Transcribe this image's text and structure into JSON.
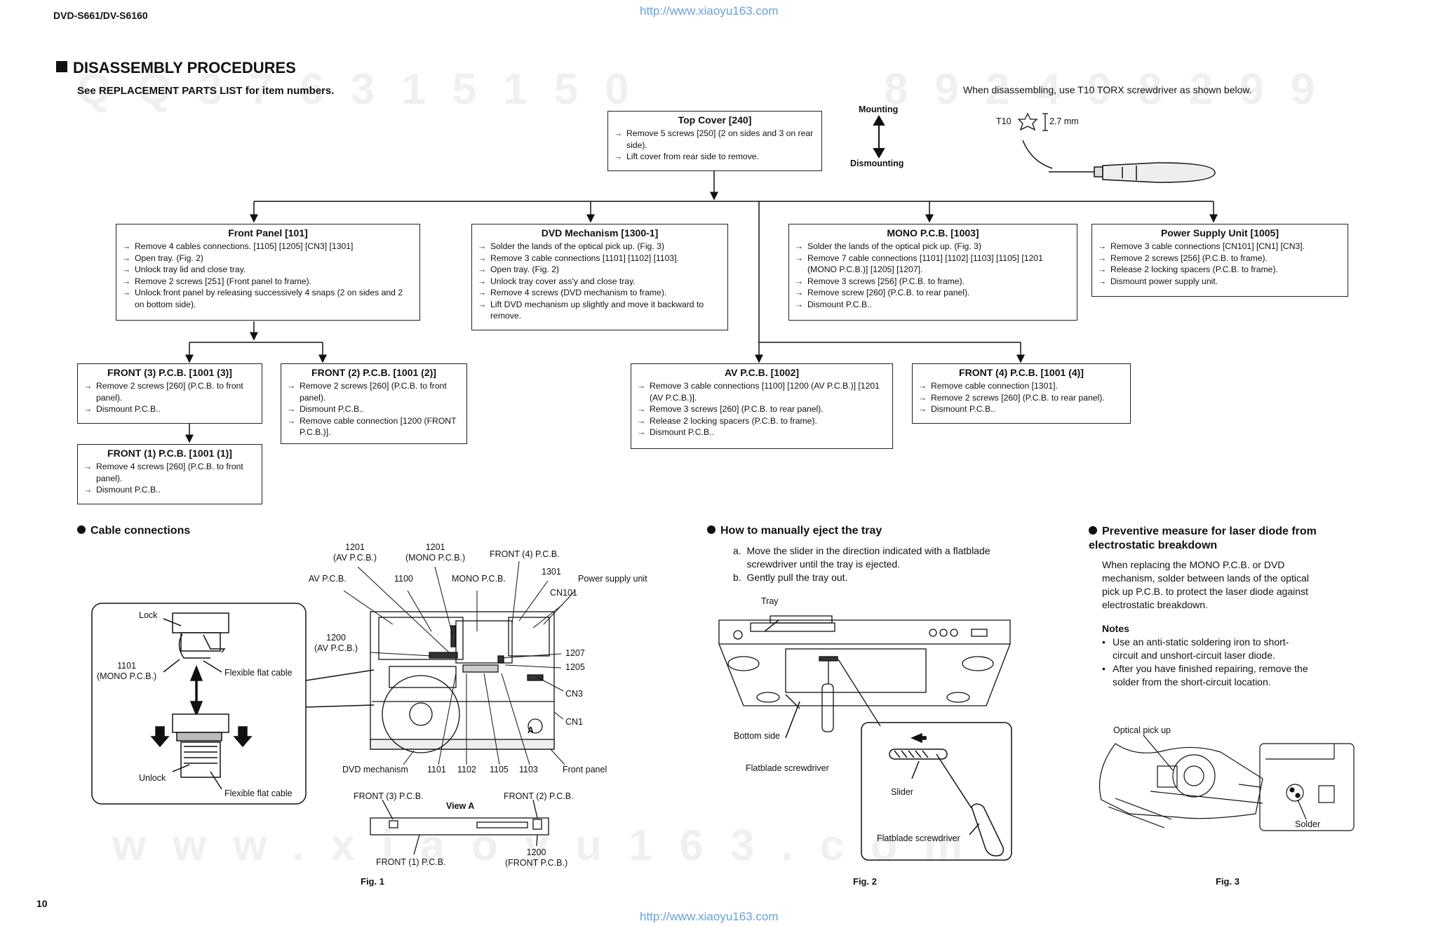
{
  "header": {
    "model": "DVD-S661/DV-S6160",
    "url": "http://www.xiaoyu163.com",
    "page_number": "10"
  },
  "title": "DISASSEMBLY PROCEDURES",
  "subtitle": "See REPLACEMENT PARTS LIST for item numbers.",
  "torx": {
    "note": "When disassembling, use T10 TORX screwdriver as shown below.",
    "label": "T10",
    "size": "2.7 mm"
  },
  "arrow_labels": {
    "mounting": "Mounting",
    "dismounting": "Dismounting"
  },
  "boxes": {
    "top_cover": {
      "title": "Top Cover [240]",
      "steps": [
        "Remove 5 screws [250] (2 on sides and 3 on rear side).",
        "Lift cover from rear side to remove."
      ]
    },
    "front_panel": {
      "title": "Front Panel [101]",
      "steps": [
        "Remove 4 cables connections. [1105] [1205] [CN3] [1301]",
        "Open tray. (Fig. 2)",
        "Unlock tray lid and close tray.",
        "Remove 2 screws [251] (Front panel to frame).",
        "Unlock front panel by releasing successively 4 snaps (2 on sides and 2 on bottom side)."
      ]
    },
    "dvd_mech": {
      "title": "DVD Mechanism [1300-1]",
      "steps": [
        "Solder the lands of the optical pick up. (Fig. 3)",
        "Remove 3 cable connections [1101] [1102] [1103].",
        "Open tray. (Fig. 2)",
        "Unlock tray cover ass'y and close tray.",
        "Remove 4 screws (DVD mechanism to frame).",
        "Lift DVD mechanism up slightly and move it backward to remove."
      ]
    },
    "mono_pcb": {
      "title": "MONO P.C.B. [1003]",
      "steps": [
        "Solder the lands of the optical pick up. (Fig. 3)",
        "Remove 7 cable connections [1101] [1102] [1103] [1105] [1201 (MONO P.C.B.)] [1205] [1207].",
        "Remove 3 screws [256] (P.C.B. to frame).",
        "Remove screw [260] (P.C.B. to rear panel).",
        "Dismount P.C.B.."
      ]
    },
    "psu": {
      "title": "Power Supply Unit [1005]",
      "steps": [
        "Remove 3 cable connections [CN101] [CN1] [CN3].",
        "Remove 2 screws [256] (P.C.B. to frame).",
        "Release 2 locking spacers (P.C.B. to frame).",
        "Dismount power supply unit."
      ]
    },
    "front3": {
      "title": "FRONT (3) P.C.B. [1001 (3)]",
      "steps": [
        "Remove 2 screws [260] (P.C.B. to front panel).",
        "Dismount P.C.B.."
      ]
    },
    "front2": {
      "title": "FRONT (2) P.C.B. [1001 (2)]",
      "steps": [
        "Remove 2 screws [260] (P.C.B. to front panel).",
        "Dismount P.C.B..",
        "Remove cable connection [1200 (FRONT P.C.B.)]."
      ]
    },
    "front1": {
      "title": "FRONT (1) P.C.B. [1001 (1)]",
      "steps": [
        "Remove 4 screws [260] (P.C.B. to front panel).",
        "Dismount P.C.B.."
      ]
    },
    "av_pcb": {
      "title": "AV P.C.B. [1002]",
      "steps": [
        "Remove 3 cable connections [1100] [1200 (AV P.C.B.)] [1201 (AV P.C.B.)].",
        "Remove 3 screws [260] (P.C.B. to rear panel).",
        "Release 2 locking spacers (P.C.B. to frame).",
        "Dismount P.C.B.."
      ]
    },
    "front4": {
      "title": "FRONT (4) P.C.B. [1001 (4)]",
      "steps": [
        "Remove cable connection [1301].",
        "Remove 2 screws [260] (P.C.B. to rear panel).",
        "Dismount P.C.B.."
      ]
    }
  },
  "cable": {
    "heading": "Cable connections",
    "lock": "Lock",
    "unlock": "Unlock",
    "ffc1": "Flexible flat cable",
    "ffc2": "Flexible flat cable",
    "c1101": "1101\n(MONO P.C.B.)",
    "l1201av": "1201\n(AV P.C.B.)",
    "l1201mono": "1201\n(MONO P.C.B.)",
    "front4": "FRONT (4) P.C.B.",
    "av": "AV P.C.B.",
    "l1100": "1100",
    "mono": "MONO P.C.B.",
    "l1301": "1301",
    "psu": "Power supply unit",
    "cn101": "CN101",
    "l1200av": "1200\n(AV P.C.B.)",
    "l1207": "1207",
    "l1205": "1205",
    "cn3": "CN3",
    "cn1": "CN1",
    "a": "A",
    "dvdmech": "DVD mechanism",
    "l1101": "1101",
    "l1102": "1102",
    "l1105": "1105",
    "l1103": "1103",
    "frontpanel": "Front panel",
    "front3": "FRONT (3) P.C.B.",
    "viewa": "View A",
    "front2": "FRONT (2) P.C.B.",
    "front1": "FRONT (1) P.C.B.",
    "l1200front": "1200\n(FRONT P.C.B.)",
    "fig": "Fig. 1"
  },
  "eject": {
    "heading": "How to manually eject the tray",
    "step_a": "a.  Move the slider in the direction indicated with a flatblade\n     screwdriver until the tray is ejected.",
    "step_b": "b.  Gently pull the tray out.",
    "tray": "Tray",
    "bottom": "Bottom side",
    "fb1": "Flatblade screwdriver",
    "slider": "Slider",
    "fb2": "Flatblade screwdriver",
    "fig": "Fig. 2"
  },
  "laser": {
    "heading": "Preventive measure for laser diode from\nelectrostatic breakdown",
    "body": "When replacing the MONO P.C.B. or DVD\nmechanism, solder between lands of the optical\npick up P.C.B. to protect the laser diode against\nelectrostatic breakdown.",
    "notes_title": "Notes",
    "note1": "Use an anti-static soldering iron to short-\ncircuit and unshort-circuit laser diode.",
    "note2": "After you have finished repairing, remove the\nsolder from the short-circuit location.",
    "pickup": "Optical pick up",
    "solder": "Solder",
    "fig": "Fig. 3"
  }
}
